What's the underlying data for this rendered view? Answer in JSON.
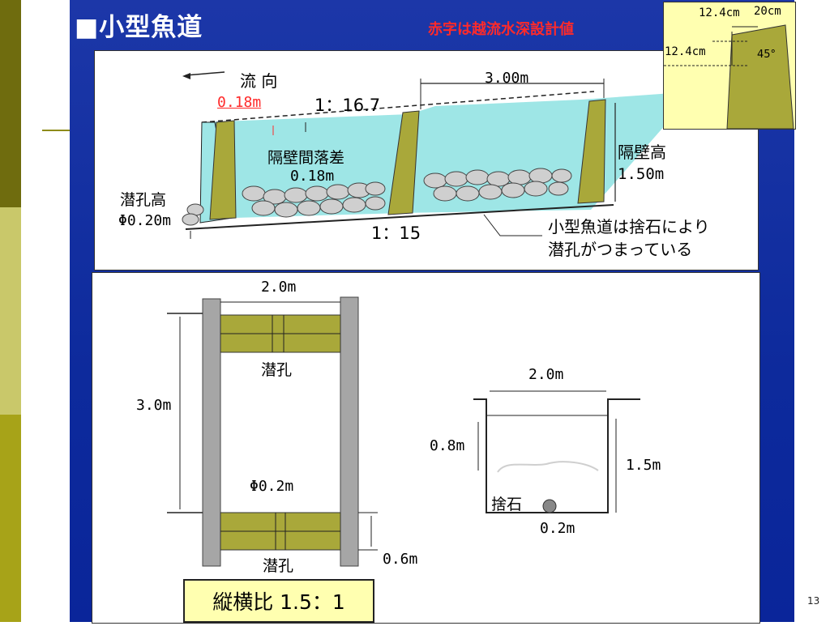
{
  "title": "■小型魚道",
  "subtitle_red": "赤字は越流水深設計値",
  "page_number": "13",
  "inset": {
    "w1": "12.4cm",
    "w2": "20cm",
    "h1": "12.4cm",
    "angle": "45°"
  },
  "top": {
    "flow_direction": "流 向",
    "overflow_depth": "0.18m",
    "slope_upper": "1：16.7",
    "slope_lower": "1：15",
    "span": "3.00m",
    "wall_drop_label": "隔壁間落差",
    "wall_drop_value": "0.18m",
    "wall_height_label": "隔壁高",
    "wall_height_value": "1.50m",
    "hole_height_label": "潜孔高",
    "hole_height_value": "Φ0.20m",
    "note_line1": "小型魚道は捨石により",
    "note_line2": "潜孔がつまっている"
  },
  "plan": {
    "width": "2.0m",
    "length": "3.0m",
    "hole_label_top": "潜孔",
    "hole_label_bottom": "潜孔",
    "hole_diameter": "Φ0.2m",
    "wall_thickness": "0.6m"
  },
  "section": {
    "width": "2.0m",
    "water_depth": "0.8m",
    "height": "1.5m",
    "stone_label": "捨石",
    "stone_size": "0.2m"
  },
  "ratio": "縦横比 1.5：1",
  "colors": {
    "olive": "#a9a83a",
    "water": "#9ee6e6",
    "blue": "#0d2a9c",
    "red": "#ff2a2a"
  }
}
